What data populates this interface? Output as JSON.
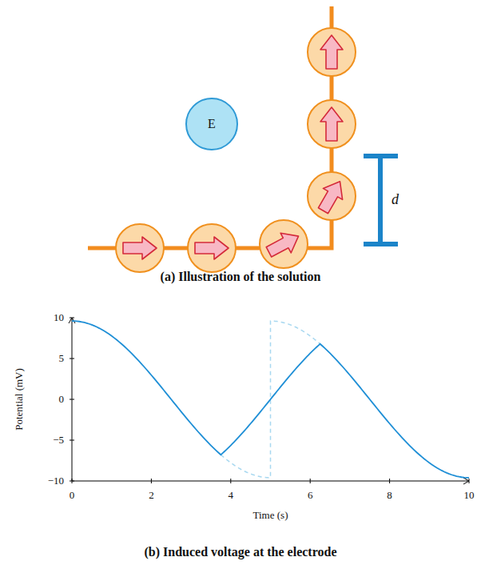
{
  "diagram": {
    "nodes": [
      {
        "text": [
          "E"
        ]
      }
    ],
    "labels": [
      "d",
      "(a) Illustration of the solution",
      "10",
      "5",
      "0",
      "−5",
      "−10",
      "0",
      "2",
      "4",
      "6",
      "8",
      "10",
      "Potential (mV)",
      "Time (s)",
      "(b) Induced voltage at the electrode"
    ]
  }
}
